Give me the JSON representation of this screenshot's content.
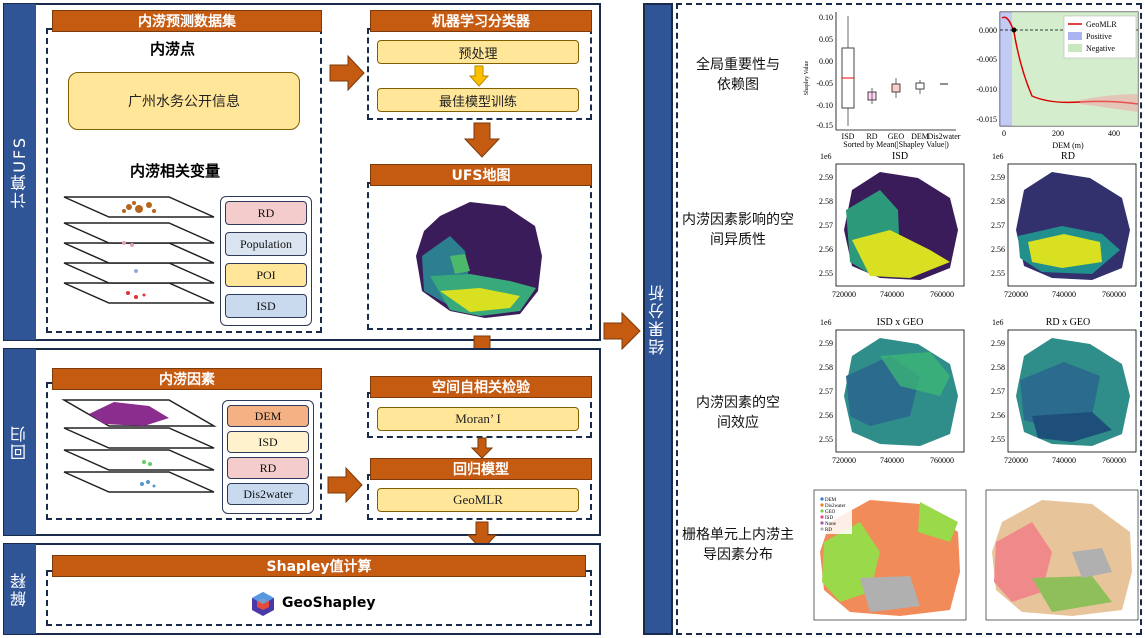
{
  "sections": {
    "ufs": {
      "side": "计算UFS"
    },
    "regression": {
      "side": "回归"
    },
    "explain": {
      "side": "解释"
    },
    "results": {
      "side": "结果分析"
    }
  },
  "ufs": {
    "dataset_header": "内涝预测数据集",
    "points_label": "内涝点",
    "source_box": "广州水务公开信息",
    "vars_label": "内涝相关变量",
    "vars": [
      "RD",
      "Population",
      "POI",
      "ISD"
    ],
    "ml_header": "机器学习分类器",
    "preprocess": "预处理",
    "train": "最佳模型训练",
    "map_header": "UFS地图"
  },
  "regression": {
    "factors_header": "内涝因素",
    "factors": [
      "DEM",
      "ISD",
      "RD",
      "Dis2water"
    ],
    "auto_header": "空间自相关检验",
    "moran": "Moran’ I",
    "model_header": "回归模型",
    "model": "GeoMLR"
  },
  "explain": {
    "header": "Shapley值计算",
    "tool": "GeoShapley"
  },
  "results": {
    "row_labels": [
      "全局重要性与依赖图",
      "内涝因素影响的空间异质性",
      "内涝因素的空间效应",
      "栅格单元上内涝主导因素分布"
    ],
    "boxplot": {
      "ylabel": "Shapley Value",
      "xlabel": "Sorted by Mean(|Shapley Value|)",
      "categories": [
        "ISD",
        "RD",
        "GEO",
        "DEM",
        "Dis2water"
      ],
      "yticks": [
        "0.10",
        "0.05",
        "0.00",
        "-0.05",
        "-0.10",
        "-0.15"
      ]
    },
    "dependence": {
      "xlabel": "DEM (m)",
      "legend": [
        "GeoMLR",
        "Positive",
        "Negative"
      ],
      "yticks": [
        "0.000",
        "-0.005",
        "-0.010",
        "-0.015"
      ],
      "xticks": [
        "0",
        "200",
        "400"
      ]
    },
    "maps": {
      "exp": "1e6",
      "titles": [
        "ISD",
        "RD",
        "ISD x GEO",
        "RD x GEO"
      ],
      "yticks": [
        "2.59",
        "2.58",
        "2.57",
        "2.56",
        "2.55"
      ],
      "xticks": [
        "720000",
        "740000",
        "760000"
      ]
    },
    "dominant_legend": [
      "DEM",
      "Dis2water",
      "GEO",
      "ISD",
      "None",
      "RD"
    ]
  },
  "colors": {
    "orange": "#c55a11",
    "navy": "#2f5597",
    "yellow": "#ffe699",
    "pink": "#f4cccc",
    "blue_chip": "#c9d9ee",
    "dem_chip": "#f4b183"
  }
}
